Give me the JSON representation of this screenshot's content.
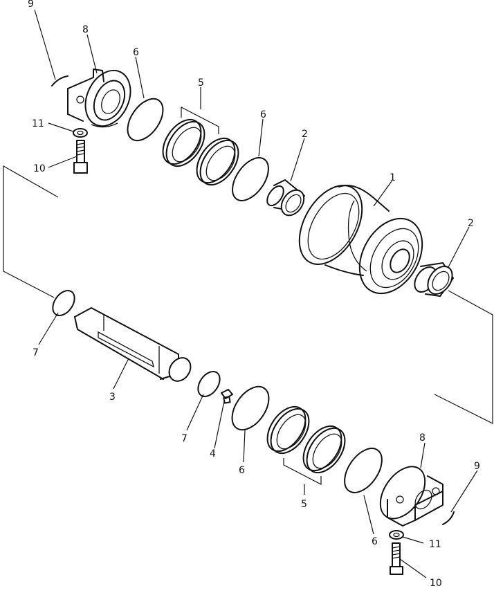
{
  "callouts": {
    "c9_top": "9",
    "c8_top": "8",
    "c6_a": "6",
    "c5_top": "5",
    "c6_b": "6",
    "c2_a": "2",
    "c1": "1",
    "c2_b": "2",
    "c11_top": "11",
    "c10_top": "10",
    "c7_a": "7",
    "c3": "3",
    "c7_b": "7",
    "c4": "4",
    "c6_c": "6",
    "c8_bot": "8",
    "c9_bot": "9",
    "c5_bot": "5",
    "c6_d": "6",
    "c11_bot": "11",
    "c10_bot": "10"
  }
}
